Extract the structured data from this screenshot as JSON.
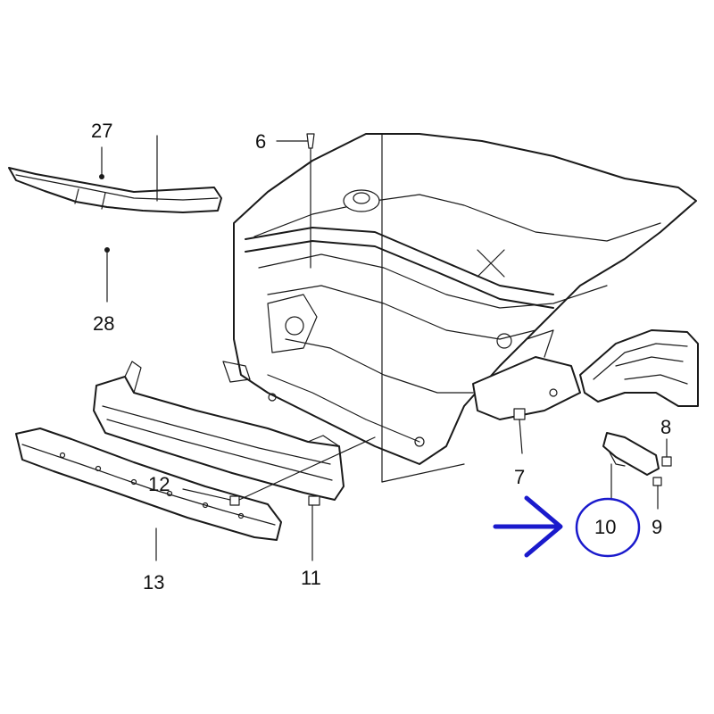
{
  "callouts": {
    "p27": "27",
    "p28": "28",
    "p6": "6",
    "p12": "12",
    "p13": "13",
    "p11": "11",
    "p7": "7",
    "p8": "8",
    "p9": "9",
    "p10": "10"
  },
  "highlight": {
    "target_part": "10",
    "arrow_color": "#1a1acc",
    "circle_color": "#1a1acc"
  },
  "icons": {
    "pointer": "arrow-right-icon"
  }
}
